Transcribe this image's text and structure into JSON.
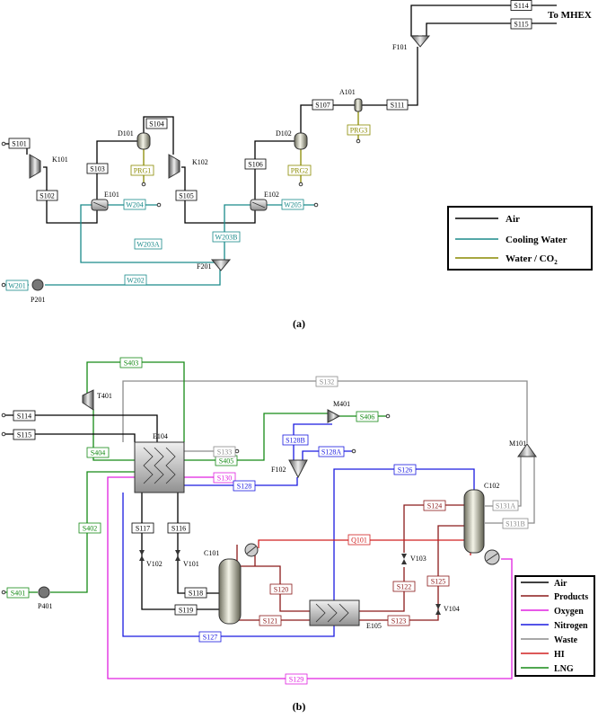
{
  "colors": {
    "air": "#000000",
    "cooling_water": "#1a8a8a",
    "water_co2": "#8a8a00",
    "products": "#8b1a1a",
    "oxygen": "#e020e0",
    "nitrogen": "#1a1ae0",
    "waste": "#8c8c8c",
    "hi": "#d02020",
    "lng": "#168a16"
  },
  "panel_a": {
    "caption": "(a)",
    "to_mhex": "To MHEX",
    "units": {
      "K101": "K101",
      "E101": "E101",
      "D101": "D101",
      "K102": "K102",
      "D102": "D102",
      "E102": "E102",
      "A101": "A101",
      "F101": "F101",
      "F201": "F201",
      "P201": "P201"
    },
    "streams": {
      "S101": "S101",
      "S102": "S102",
      "S103": "S103",
      "S104": "S104",
      "S105": "S105",
      "S106": "S106",
      "S107": "S107",
      "S111": "S111",
      "S114": "S114",
      "S115": "S115",
      "PRG1": "PRG1",
      "PRG2": "PRG2",
      "PRG3": "PRG3",
      "W201": "W201",
      "W202": "W202",
      "W203A": "W203A",
      "W203B": "W203B",
      "W204": "W204",
      "W205": "W205"
    },
    "legend": {
      "air": "Air",
      "cooling_water": "Cooling Water",
      "water_co2": "Water / CO",
      "sub2": "2"
    }
  },
  "panel_b": {
    "caption": "(b)",
    "units": {
      "T401": "T401",
      "E104": "E104",
      "M401": "M401",
      "F102": "F102",
      "M101": "M101",
      "C102": "C102",
      "C101": "C101",
      "V101": "V101",
      "V102": "V102",
      "V103": "V103",
      "V104": "V104",
      "E105": "E105",
      "P401": "P401"
    },
    "streams": {
      "S403": "S403",
      "S132": "S132",
      "S114": "S114",
      "S115": "S115",
      "S404": "S404",
      "S405": "S405",
      "S133": "S133",
      "S406": "S406",
      "S128B": "S128B",
      "S128A": "S128A",
      "S130": "S130",
      "S128": "S128",
      "S126": "S126",
      "S131A": "S131A",
      "S131B": "S131B",
      "S124": "S124",
      "S402": "S402",
      "S117": "S117",
      "S116": "S116",
      "Q101": "Q101",
      "S118": "S118",
      "S120": "S120",
      "S122": "S122",
      "S125": "S125",
      "S119": "S119",
      "S401": "S401",
      "S121": "S121",
      "S123": "S123",
      "S127": "S127",
      "S129": "S129"
    },
    "legend": {
      "air": "Air",
      "products": "Products",
      "oxygen": "Oxygen",
      "nitrogen": "Nitrogen",
      "waste": "Waste",
      "hi": "HI",
      "lng": "LNG"
    }
  }
}
